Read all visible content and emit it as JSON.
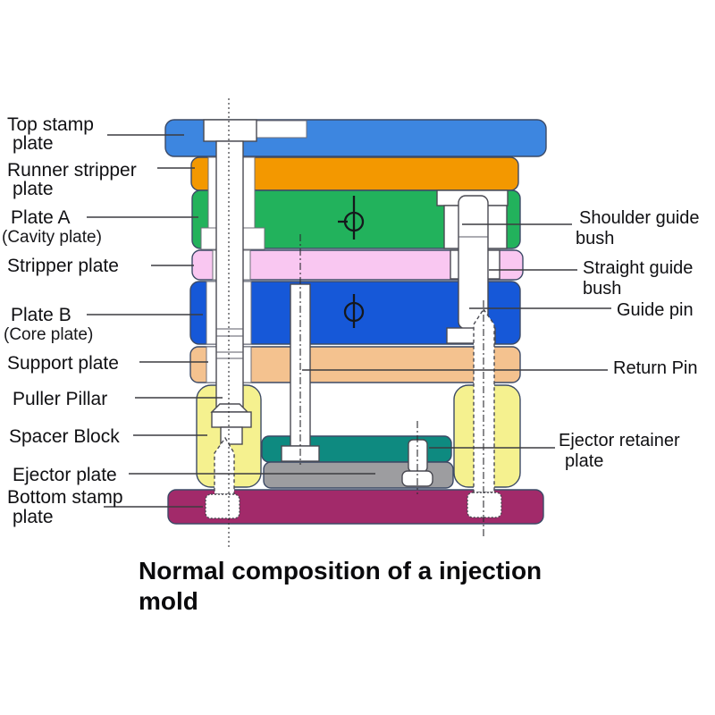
{
  "title": {
    "line1": "Normal composition of a injection",
    "line2": "mold"
  },
  "labels": {
    "top_stamp": {
      "line1": "Top stamp",
      "line2": "plate"
    },
    "runner_stripper": {
      "line1": "Runner stripper",
      "line2": "plate"
    },
    "plate_a": {
      "line1": "Plate A",
      "line2": "(Cavity plate)"
    },
    "stripper": {
      "line1": "Stripper plate"
    },
    "plate_b": {
      "line1": "Plate B",
      "line2": "(Core plate)"
    },
    "support": {
      "line1": "Support plate"
    },
    "puller_pillar": {
      "line1": "Puller Pillar"
    },
    "spacer_block": {
      "line1": "Spacer Block"
    },
    "ejector_plate": {
      "line1": "Ejector plate"
    },
    "bottom_stamp": {
      "line1": "Bottom stamp",
      "line2": "plate"
    },
    "shoulder_bush": {
      "line1": "Shoulder guide",
      "line2": "bush"
    },
    "straight_bush": {
      "line1": "Straight guide",
      "line2": "bush"
    },
    "guide_pin": {
      "line1": "Guide pin"
    },
    "return_pin": {
      "line1": "Return Pin"
    },
    "ejector_retainer": {
      "line1": "Ejector retainer",
      "line2": "plate"
    }
  },
  "colors": {
    "top_stamp_plate": "#3d86e0",
    "runner_stripper_plate": "#f39800",
    "plate_a": "#22b25c",
    "stripper_plate": "#f9c7f1",
    "plate_b": "#1658d8",
    "support_plate": "#f4c28f",
    "spacer_block": "#f5f18f",
    "ejector_retainer_plate": "#0e8a80",
    "ejector_plate": "#9d9da0",
    "bottom_stamp_plate": "#a22a6a",
    "component_fill": "#ffffff"
  },
  "parts": [
    {
      "label": "Top stamp plate",
      "color": "#3d86e0"
    },
    {
      "label": "Runner stripper plate",
      "color": "#f39800"
    },
    {
      "label": "Plate A (Cavity plate)",
      "color": "#22b25c"
    },
    {
      "label": "Stripper plate",
      "color": "#f9c7f1"
    },
    {
      "label": "Plate B (Core plate)",
      "color": "#1658d8"
    },
    {
      "label": "Support plate",
      "color": "#f4c28f"
    },
    {
      "label": "Spacer Block",
      "color": "#f5f18f"
    },
    {
      "label": "Ejector retainer plate",
      "color": "#0e8a80"
    },
    {
      "label": "Ejector plate",
      "color": "#9d9da0"
    },
    {
      "label": "Bottom stamp plate",
      "color": "#a22a6a"
    }
  ]
}
